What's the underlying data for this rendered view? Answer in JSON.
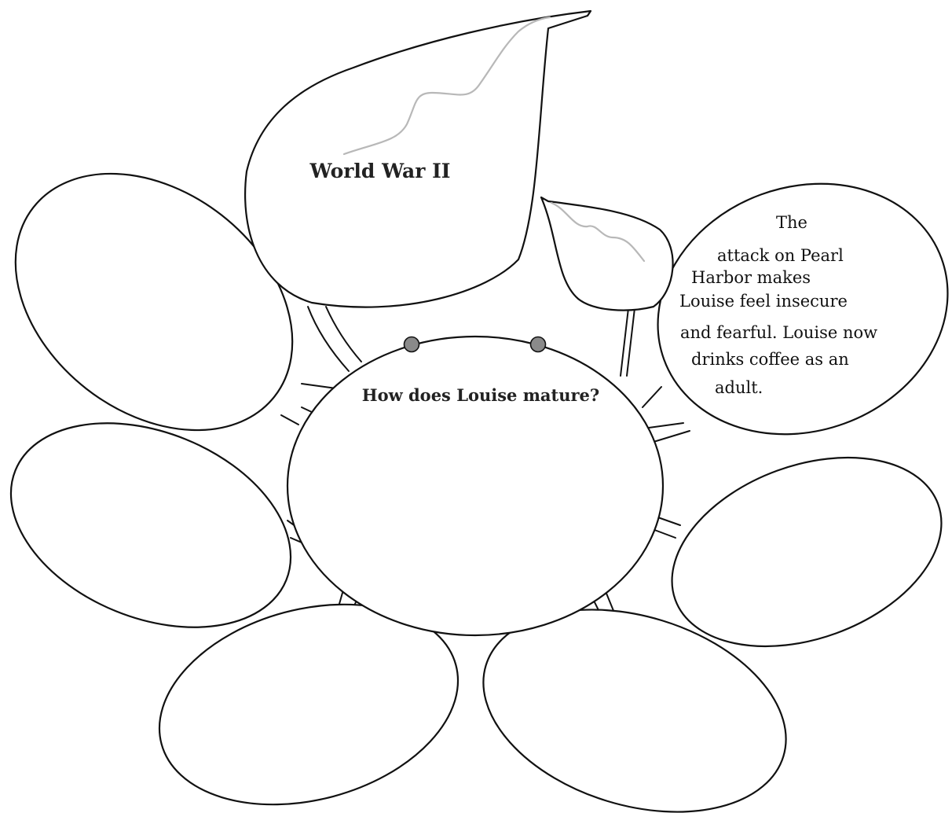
{
  "leaf_title": "World War II",
  "center_question": "How does Louise mature?",
  "answer_lines": [
    "The",
    "attack on Pearl",
    "Harbor makes",
    "Louise feel insecure",
    "and fearful. Louise now",
    "drinks coffee as an",
    "adult."
  ],
  "colors": {
    "outline": "#111111",
    "vein": "#b8b8b8",
    "eye_fill": "#8a8a8a",
    "background": "#ffffff"
  }
}
